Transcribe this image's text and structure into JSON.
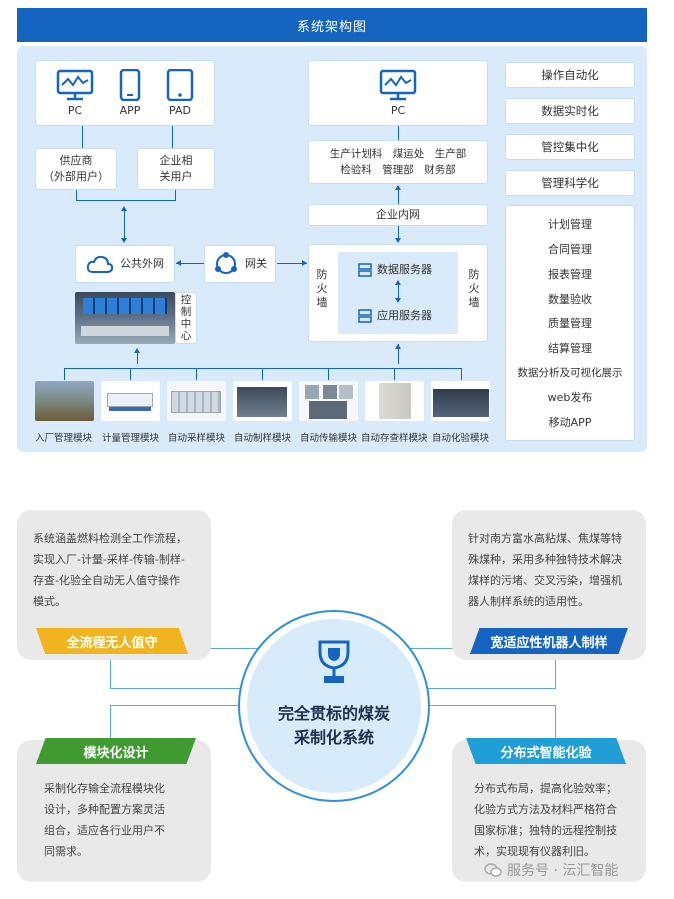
{
  "banner_title": "系统架构图",
  "left_devices": [
    "PC",
    "APP",
    "PAD"
  ],
  "right_device": "PC",
  "supplier": "供应商\n（外部用户）",
  "enterprise_users": "企业相\n关用户",
  "departments": "生产计划科　煤运处　生产部\n检验科　管理部　财务部",
  "intranet": "企业内网",
  "public_net": "公共外网",
  "gateway": "网关",
  "firewall": "防\n火\n墙",
  "data_server": "数据服务器",
  "app_server": "应用服务器",
  "control_center": "控\n制\n中\n心",
  "features": [
    "操作自动化",
    "数据实时化",
    "管控集中化",
    "管理科学化"
  ],
  "management": [
    "计划管理",
    "合同管理",
    "报表管理",
    "数量验收",
    "质量管理",
    "结算管理",
    "数据分析及可视化展示",
    "web发布",
    "移动APP"
  ],
  "modules": [
    "入厂管理模块",
    "计量管理模块",
    "自动采样模块",
    "自动制样模块",
    "自动传输模块",
    "自动存查样模块",
    "自动化验模块"
  ],
  "center_title": "完全贯标的煤炭\n采制化系统",
  "cards": [
    {
      "tag": "全流程无人值守",
      "text": "系统涵盖燃料检测全工作流程，\n实现入厂-计量-采样-传输-制样-\n存查-化验全自动无人值守操作\n模式。"
    },
    {
      "tag": "宽适应性机器人制样",
      "text": "针对南方富水高粘煤、焦煤等特\n殊煤种，采用多种独特技术解决\n煤样的污堵、交叉污染，增强机\n器人制样系统的适用性。"
    },
    {
      "tag": "模块化设计",
      "text": "采制化存输全流程模块化\n设计，多种配置方案灵活\n组合，适应各行业用户不\n同需求。"
    },
    {
      "tag": "分布式智能化验",
      "text": "分布式布局，提高化验效率；\n化验方式方法及材料严格符合\n国家标准；独特的远程控制技\n术，实现现有仪器利旧。"
    }
  ],
  "watermark": "服务号 · 沄汇智能",
  "colors": {
    "brand_blue": "#1565c0",
    "panel": "#d9ebfb",
    "yellow": "#f0b51e",
    "green": "#3f9a2f",
    "cyan": "#1f9fd6",
    "card_gray": "#e9e9ea"
  }
}
